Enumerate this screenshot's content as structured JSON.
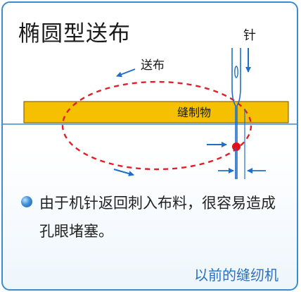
{
  "title": "椭圆型送布",
  "labels": {
    "needle": "针",
    "feed": "送布",
    "material": "缝制物"
  },
  "bullet": "由于机针返回刺入布料，很容易造成孔眼堵塞。",
  "caption": "以前的缝纫机",
  "colors": {
    "border": "#3a8ccf",
    "material_fill": "#f5c000",
    "orbit": "#e0202a",
    "arrows": "#1f6fc8",
    "caption": "#2a6fc4"
  }
}
